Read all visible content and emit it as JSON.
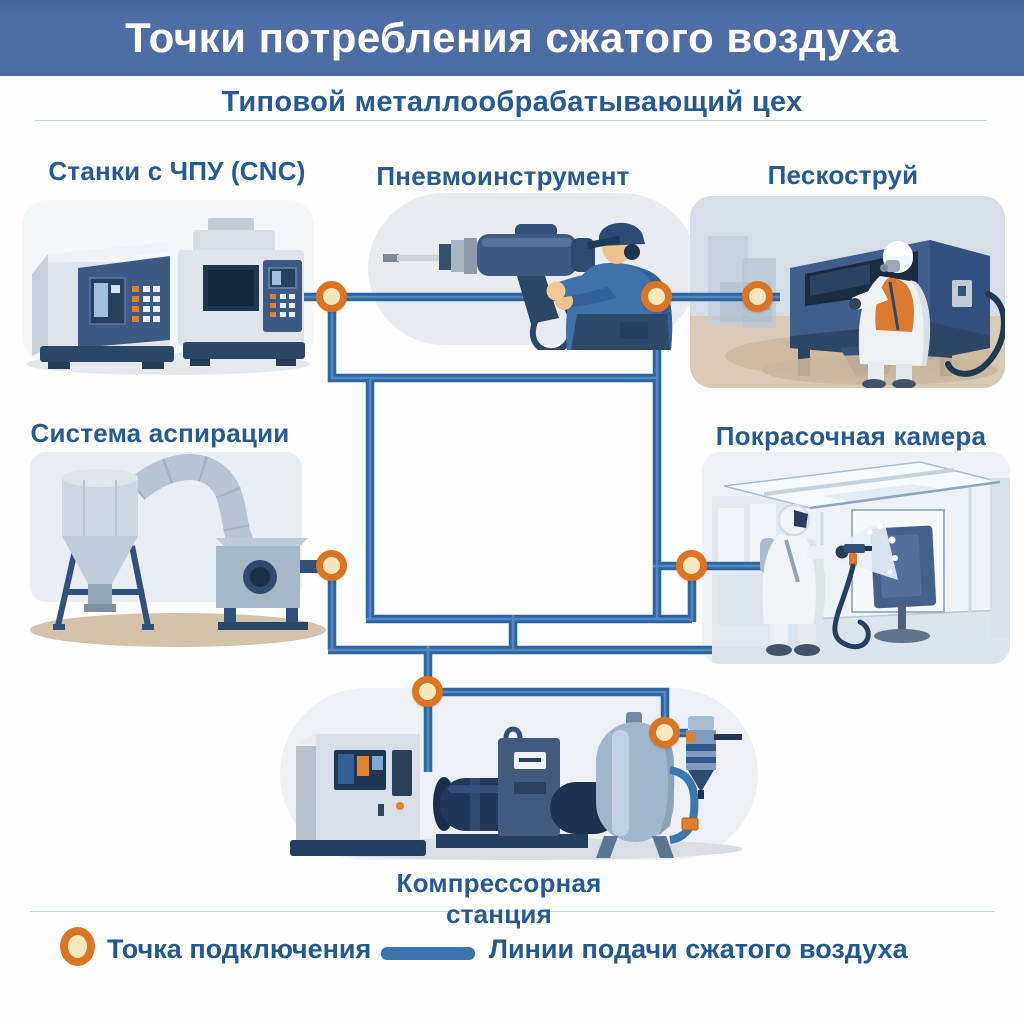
{
  "header": {
    "title": "Точки потребления сжатого воздуха"
  },
  "subtitle": "Типовой металлообрабатывающий цех",
  "sections": [
    {
      "id": "cnc",
      "label": "Станки с ЧПУ (CNC)"
    },
    {
      "id": "pneumatic",
      "label": "Пневмоинструмент"
    },
    {
      "id": "sandblast",
      "label": "Пескоструй"
    },
    {
      "id": "aspiration",
      "label": "Система аспирации"
    },
    {
      "id": "paint",
      "label": "Покрасочная камера"
    },
    {
      "id": "compressor",
      "label": "Компрессорная станция"
    }
  ],
  "legend": {
    "connection_point_label": "Точка подключения",
    "supply_lines_label": "Линии подачи  сжатого воздуха"
  },
  "colors": {
    "header_bg": "#4c6ba2",
    "header_text": "#ffffff",
    "heading_blue": "#275a92",
    "pipe_blue": "#2b66a3",
    "pipe_highlight": "#5e8ec0",
    "node_ring_orange": "#db7524",
    "node_fill_cream": "#f7e7bd",
    "rule": "#c6d4e0",
    "background": "#fdfdfd"
  }
}
